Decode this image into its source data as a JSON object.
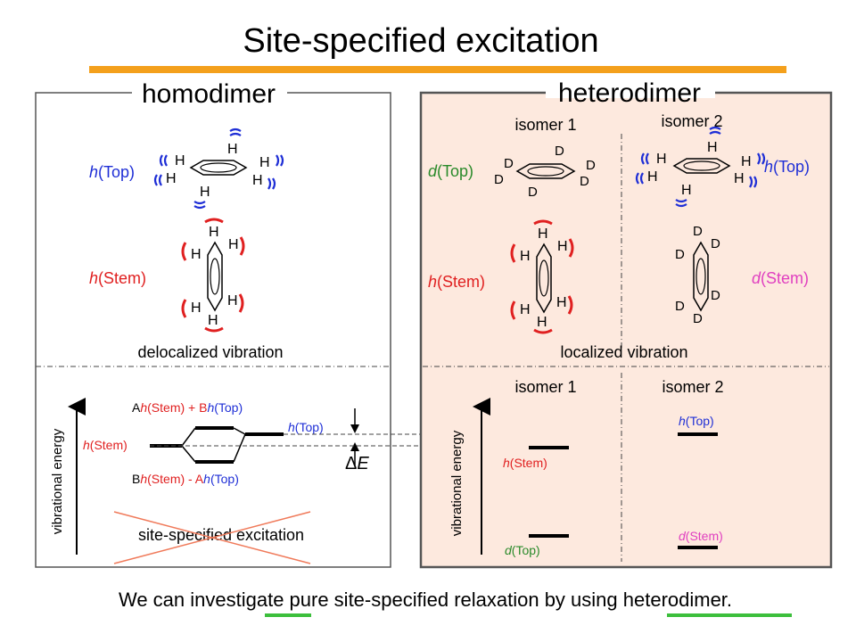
{
  "title": "Site-specified excitation",
  "colors": {
    "accent_orange": "#f4a01c",
    "blue": "#1f2fd6",
    "red": "#e02020",
    "green": "#2a8a2a",
    "magenta": "#e040c0",
    "panel_fill": "#fde9de",
    "underline_green": "#3cbf3c"
  },
  "homodimer": {
    "header": "homodimer",
    "top_label_h": "h",
    "top_label_rest": "(Top)",
    "stem_label_h": "h",
    "stem_label_rest": "(Stem)",
    "caption": "delocalized vibration",
    "levels": {
      "upper_a": "A",
      "upper_h1": "h",
      "upper_mid": "(Stem) + B",
      "upper_h2": "h",
      "upper_end": "(Top)",
      "lower_b": "B",
      "lower_h1": "h",
      "lower_mid": "(Stem) - A",
      "lower_h2": "h",
      "lower_end": "(Top)",
      "left_h": "h",
      "left_rest": "(Stem)",
      "right_h": "h",
      "right_rest": "(Top)",
      "delta_symbol": "Δ",
      "delta_e": "E"
    },
    "y_axis_label": "vibrational energy",
    "crossed_text": "site-specified excitation"
  },
  "heterodimer": {
    "header": "heterodimer",
    "isomer1": "isomer 1",
    "isomer2": "isomer 2",
    "d_top_label_d": "d",
    "d_top_label_rest": "(Top)",
    "h_top_label_h": "h",
    "h_top_label_rest": "(Top)",
    "h_stem_label_h": "h",
    "h_stem_label_rest": "(Stem)",
    "d_stem_label_d": "d",
    "d_stem_label_rest": "(Stem)",
    "caption": "localized vibration",
    "isomer1_bottom": "isomer 1",
    "isomer2_bottom": "isomer 2",
    "y_axis_label": "vibrational energy",
    "levels": {
      "iso1_h": "h",
      "iso1_h_rest": "(Stem)",
      "iso1_d": "d",
      "iso1_d_rest": "(Top)",
      "iso2_h": "h",
      "iso2_h_rest": "(Top)",
      "iso2_d": "d",
      "iso2_d_rest": "(Stem)"
    }
  },
  "atoms": {
    "H": "H",
    "D": "D"
  },
  "footer": "We can investigate pure site-specified relaxation by using heterodimer."
}
